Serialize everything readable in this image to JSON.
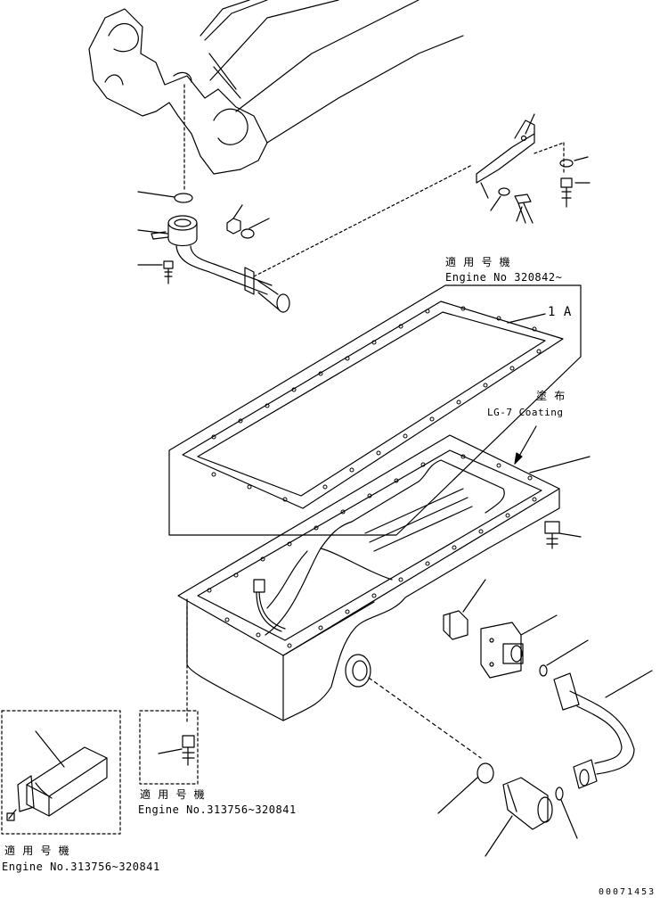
{
  "labels": {
    "applicable_jp_top": "適 用 号 機",
    "engine_top": "Engine No 320842~",
    "part_1a": "1 A",
    "coating_jp": "塗 布",
    "coating_en": "LG-7 Coating",
    "applicable_jp_mid": "適 用 号 機",
    "engine_mid": "Engine No.313756~320841",
    "applicable_jp_bottom": "適 用 号 機",
    "engine_bottom": "Engine No.313756~320841",
    "drawing_code": "00071453"
  },
  "colors": {
    "line": "#000000",
    "background": "#ffffff"
  }
}
